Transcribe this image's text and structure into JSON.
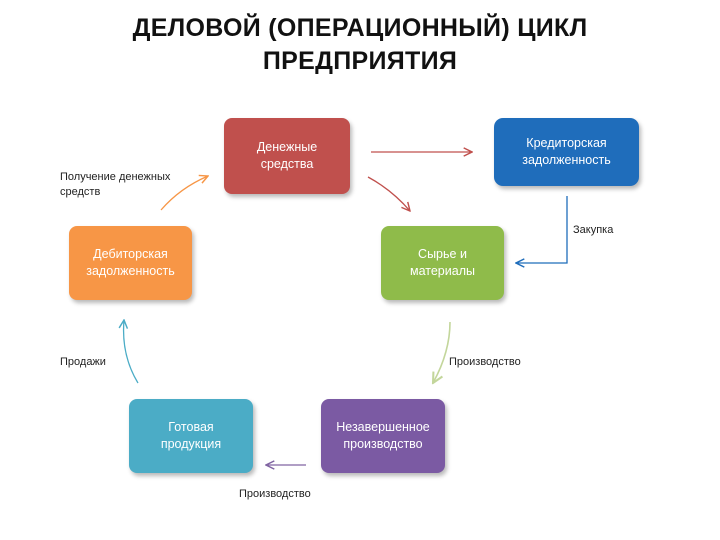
{
  "title": {
    "line1": "ДЕЛОВОЙ (ОПЕРАЦИОННЫЙ) ЦИКЛ",
    "line2": "ПРЕДПРИЯТИЯ"
  },
  "nodes": {
    "cash": {
      "line1": "Денежные",
      "line2": "средства",
      "color": "#c0504d"
    },
    "payables": {
      "line1": "Кредиторская",
      "line2": "задолженность",
      "color": "#1f6dbb"
    },
    "materials": {
      "line1": "Сырье и",
      "line2": "материалы",
      "color": "#8fbb4a"
    },
    "wip": {
      "line1": "Незавершенное",
      "line2": "производство",
      "color": "#7b5aa3"
    },
    "goods": {
      "line1": "Готовая",
      "line2": "продукция",
      "color": "#4bacc6"
    },
    "receivables": {
      "line1": "Дебиторская",
      "line2": "задолженность",
      "color": "#f79646"
    }
  },
  "labels": {
    "receipt_line1": "Получение денежных",
    "receipt_line2": "средств",
    "purchase": "Закупка",
    "production_1": "Производство",
    "production_2": "Производство",
    "sales": "Продажи"
  },
  "arrow_colors": {
    "cash_to_payables": "#c0504d",
    "cash_to_materials": "#c0504d",
    "payables_to_materials": "#1f6dbb",
    "materials_to_wip": "#c3d69b",
    "wip_to_goods": "#8064a2",
    "goods_to_receivables": "#4bacc6",
    "receivables_to_cash": "#f79646"
  }
}
